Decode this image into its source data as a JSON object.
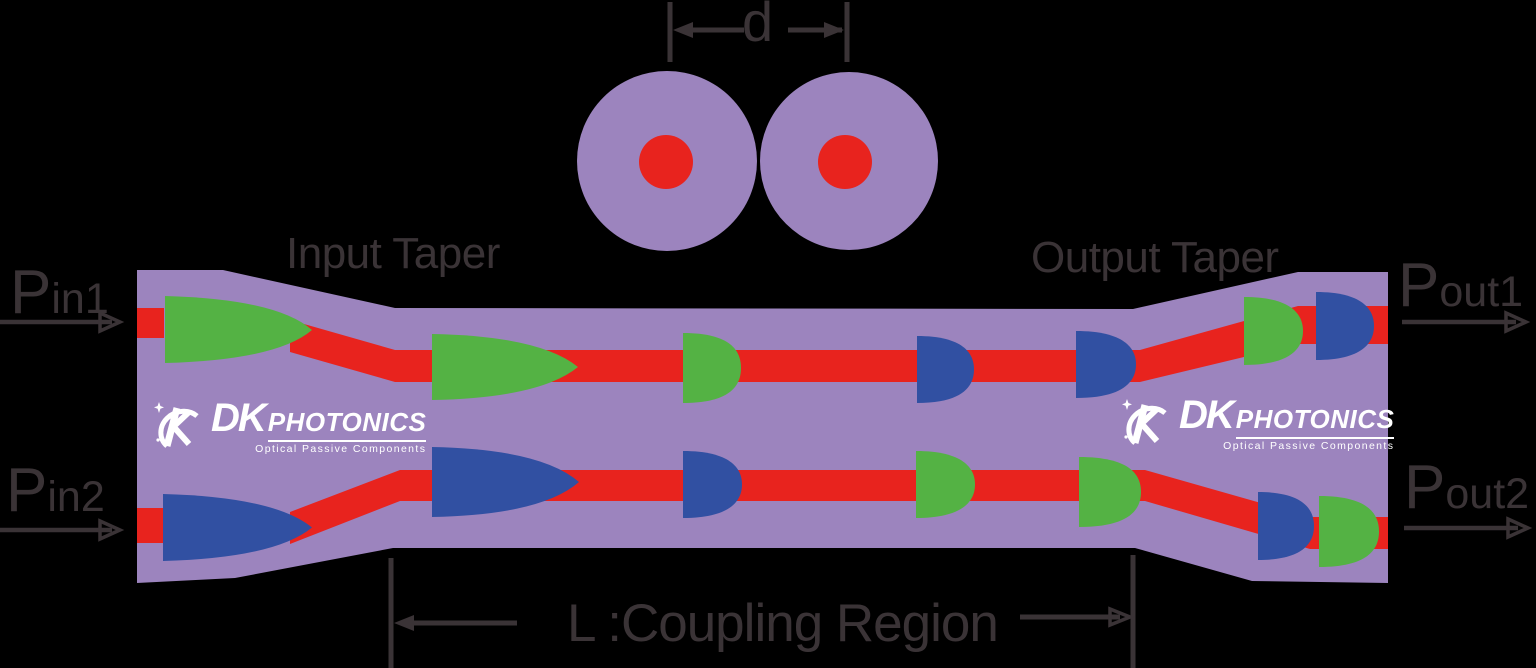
{
  "colors": {
    "bg": "#000000",
    "purple": "#9c84be",
    "red": "#e8231e",
    "green": "#54b244",
    "blue": "#3150a2",
    "ink": "#3a3336",
    "white": "#ffffff"
  },
  "cross_section": {
    "dimension_label": "d"
  },
  "labels": {
    "input_taper": "Input Taper",
    "output_taper": "Output Taper",
    "coupling_region": "L :Coupling Region"
  },
  "ports": [
    {
      "main": "P",
      "sub": "in1"
    },
    {
      "main": "P",
      "sub": "in2"
    },
    {
      "main": "P",
      "sub": "out1"
    },
    {
      "main": "P",
      "sub": "out2"
    }
  ],
  "logo": {
    "dk": "DK",
    "photonics": "PHOTONICS",
    "tagline": "Optical Passive Components",
    "mark_icon": "dk-photonics-swoosh-k-icon"
  }
}
